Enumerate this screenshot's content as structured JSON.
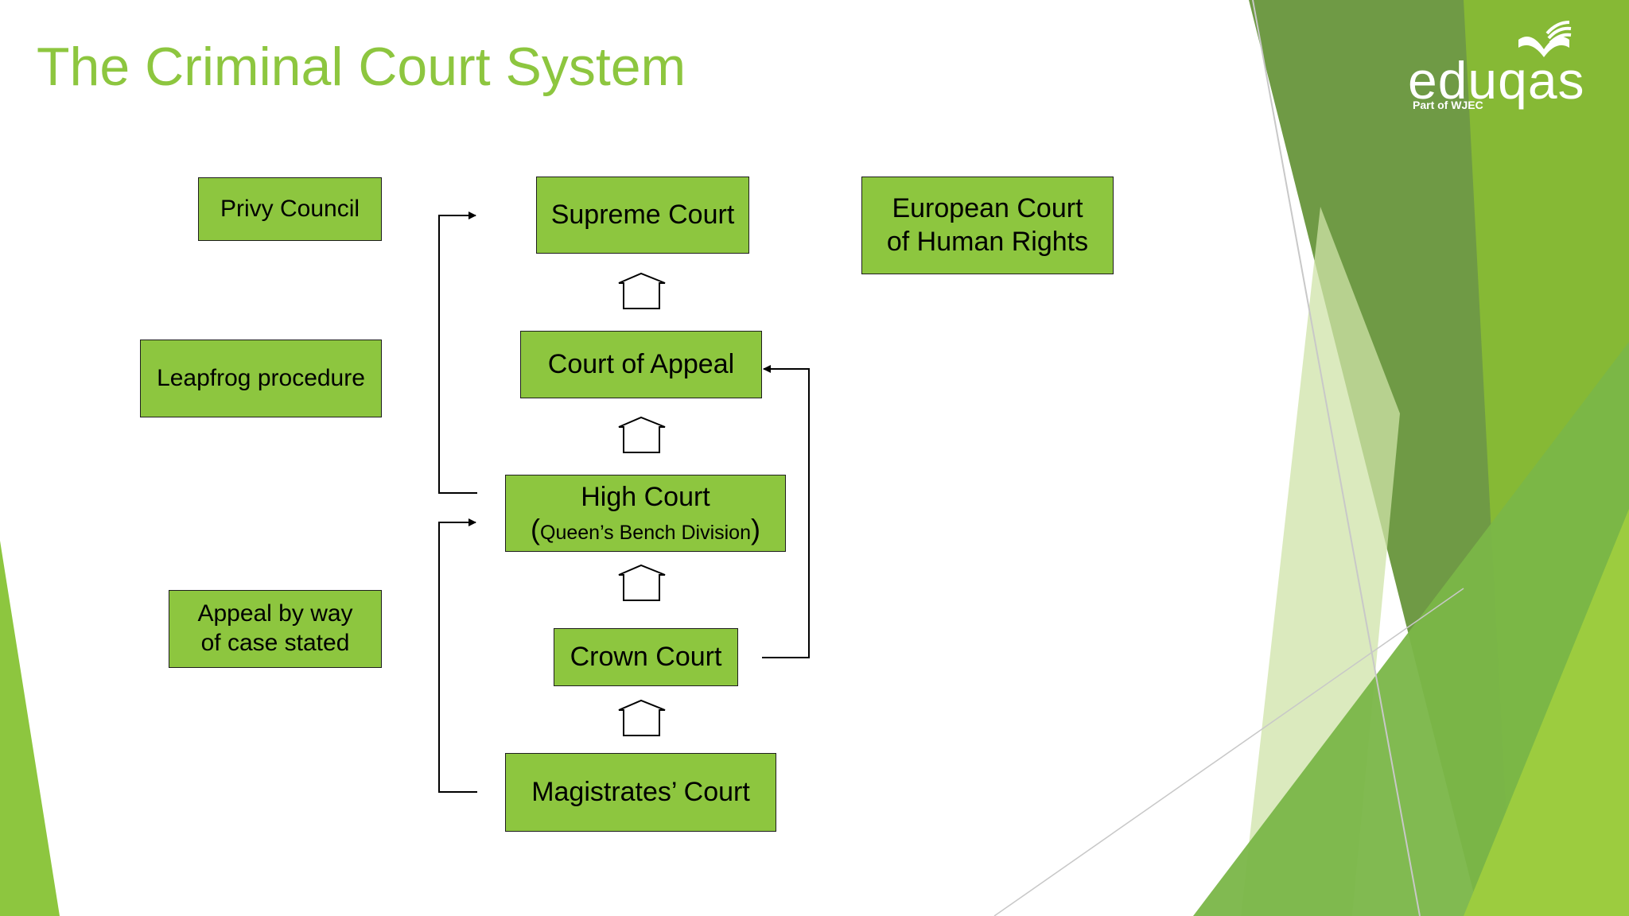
{
  "title": "The Criminal Court System",
  "logo": {
    "wordmark": "eduqas",
    "tagline": "Part of WJEC"
  },
  "colors": {
    "accent": "#8dc63f",
    "box_fill": "#8dc63f",
    "border": "#1e1e1e"
  },
  "routes": {
    "privy_council": "Privy Council",
    "leapfrog": "Leapfrog procedure",
    "case_stated_line1": "Appeal by way",
    "case_stated_line2": "of case stated"
  },
  "courts": {
    "supreme": "Supreme Court",
    "appeal": "Court of Appeal",
    "high_line1": "High Court",
    "high_open": "(",
    "high_line2": "Queen’s Bench Division",
    "high_close": ")",
    "crown": "Crown Court",
    "magistrates": "Magistrates’ Court"
  },
  "external": {
    "echr_line1": "European Court",
    "echr_line2": "of Human Rights"
  }
}
